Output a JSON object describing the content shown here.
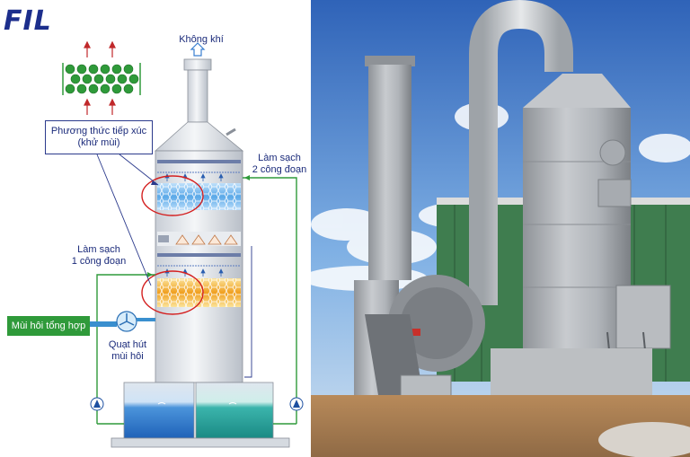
{
  "logo": "FIL",
  "labels": {
    "outlet": "Không khí",
    "contact_method_line1": "Phương thức tiếp xúc",
    "contact_method_line2": "(khử mùi)",
    "clean2_line1": "Làm sạch",
    "clean2_line2": "2 công đoạn",
    "clean1_line1": "Làm sạch",
    "clean1_line2": "1 công đoạn",
    "source": "Mùi hôi tổng hợp",
    "fan_line1": "Quạt hút",
    "fan_line2": "mùi hôi"
  },
  "colors": {
    "accent_blue": "#1c2e8c",
    "green_pipe": "#2f9a3a",
    "stage_blue": "#5aa8e8",
    "stage_orange": "#f0a020",
    "tank_blue": "#2a7bd0",
    "tank_teal": "#2aa8a0",
    "highlight_red": "#d42020"
  }
}
